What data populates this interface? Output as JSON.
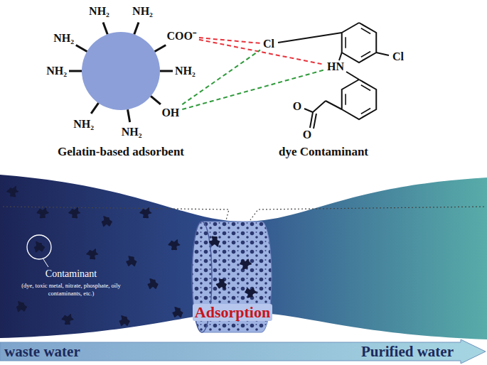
{
  "diagram": {
    "nodes": [
      {
        "text": [
          "waste water",
          "Purified water"
        ]
      }
    ],
    "labels": [
      "NH₂",
      "NH₂",
      "NH₂",
      "COO⁻",
      "NH₂",
      "NH₂",
      "OH",
      "NH₂",
      "NH₂",
      "Gelatin-based adsorbent",
      "Cl",
      "Cl",
      "HN",
      "O",
      "O",
      "dye Contaminant",
      "Contaminant",
      "(dye, toxic metal, nitrate, phosphate, oily contaminants, etc.)",
      "Adsorption"
    ]
  }
}
